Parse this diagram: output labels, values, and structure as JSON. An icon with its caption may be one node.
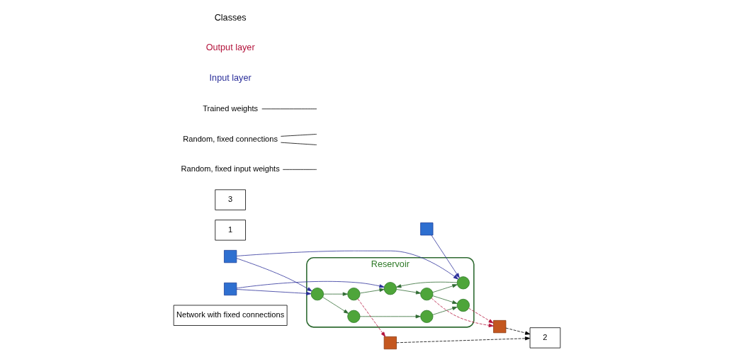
{
  "diagram": {
    "nodes": [
      {
        "text": [
          "Network with fixed connections"
        ]
      },
      {
        "text": [
          "Reservoir"
        ]
      },
      {
        "text": [],
        "shape": "box"
      },
      {
        "text": [],
        "shape": "box"
      },
      {
        "text": [],
        "shape": "box"
      },
      {
        "text": [],
        "shape": "circle",
        "in": 1
      },
      {
        "text": [],
        "shape": "circle",
        "in": 1
      },
      {
        "text": [],
        "shape": "circle",
        "in": 1
      },
      {
        "text": [],
        "shape": "circle",
        "in": 1
      },
      {
        "text": [],
        "shape": "circle",
        "in": 1
      },
      {
        "text": [],
        "shape": "circle",
        "in": 1
      },
      {
        "text": [],
        "shape": "circle",
        "in": 1
      },
      {
        "text": [],
        "shape": "circle",
        "in": 1
      },
      {
        "text": [],
        "shape": "box"
      },
      {
        "text": [],
        "shape": "box"
      },
      {
        "text": [
          "1"
        ]
      },
      {
        "text": [
          "2"
        ]
      },
      {
        "text": [
          "3"
        ]
      },
      {
        "text": [
          "Random, fixed input weights"
        ]
      },
      {
        "text": [
          "Random, fixed connections"
        ]
      },
      {
        "text": [
          "Trained weights"
        ]
      }
    ],
    "edges": [
      {
        "from": 2,
        "to": 6,
        "arrow": "to",
        "color": "#2b2f9a"
      },
      {
        "from": 3,
        "to": 6,
        "arrow": "to",
        "color": "#2b2f9a"
      },
      {
        "from": 3,
        "to": 5,
        "arrow": "to",
        "color": "#2b2f9a"
      },
      {
        "from": 4,
        "to": 5,
        "arrow": "to",
        "color": "#2b2f9a"
      },
      {
        "from": 4,
        "to": 8,
        "arrow": "to",
        "color": "#2b2f9a"
      },
      {
        "from": 10,
        "to": 6,
        "arrow": "to"
      },
      {
        "from": 6,
        "to": 8,
        "arrow": "to"
      },
      {
        "from": 8,
        "to": 10,
        "arrow": "to"
      },
      {
        "from": 10,
        "to": 12,
        "arrow": "to"
      },
      {
        "from": 11,
        "to": 8,
        "arrow": "to"
      },
      {
        "from": 5,
        "to": 11,
        "arrow": "to"
      },
      {
        "from": 5,
        "to": 7,
        "arrow": "to"
      },
      {
        "from": 7,
        "to": 9,
        "arrow": "to"
      },
      {
        "from": 9,
        "to": 12,
        "arrow": "to"
      },
      {
        "from": 10,
        "to": 13,
        "arrow": "to",
        "style": "dashed",
        "color": "#b3123a"
      },
      {
        "from": 12,
        "to": 13,
        "arrow": "to",
        "style": "dashed",
        "color": "#b3123a"
      },
      {
        "from": 11,
        "to": 14,
        "arrow": "to",
        "style": "dashed",
        "color": "#b3123a"
      },
      {
        "from": 13,
        "to": 16,
        "arrow": "to",
        "style": "dashed",
        "color": "#000000"
      },
      {
        "from": 14,
        "to": 16,
        "arrow": "to",
        "style": "dashed",
        "color": "#000000"
      },
      {
        "from": 18,
        "to": null,
        "arrow": "none",
        "color": "#000000"
      },
      {
        "from": 19,
        "to": null,
        "arrow": "none",
        "color": "#000000"
      },
      {
        "from": 19,
        "to": null,
        "arrow": "none",
        "color": "#000000"
      },
      {
        "from": 20,
        "to": null,
        "arrow": "none",
        "color": "#000000"
      }
    ],
    "labels": [
      "Input layer",
      "Output layer",
      "Classes"
    ]
  }
}
